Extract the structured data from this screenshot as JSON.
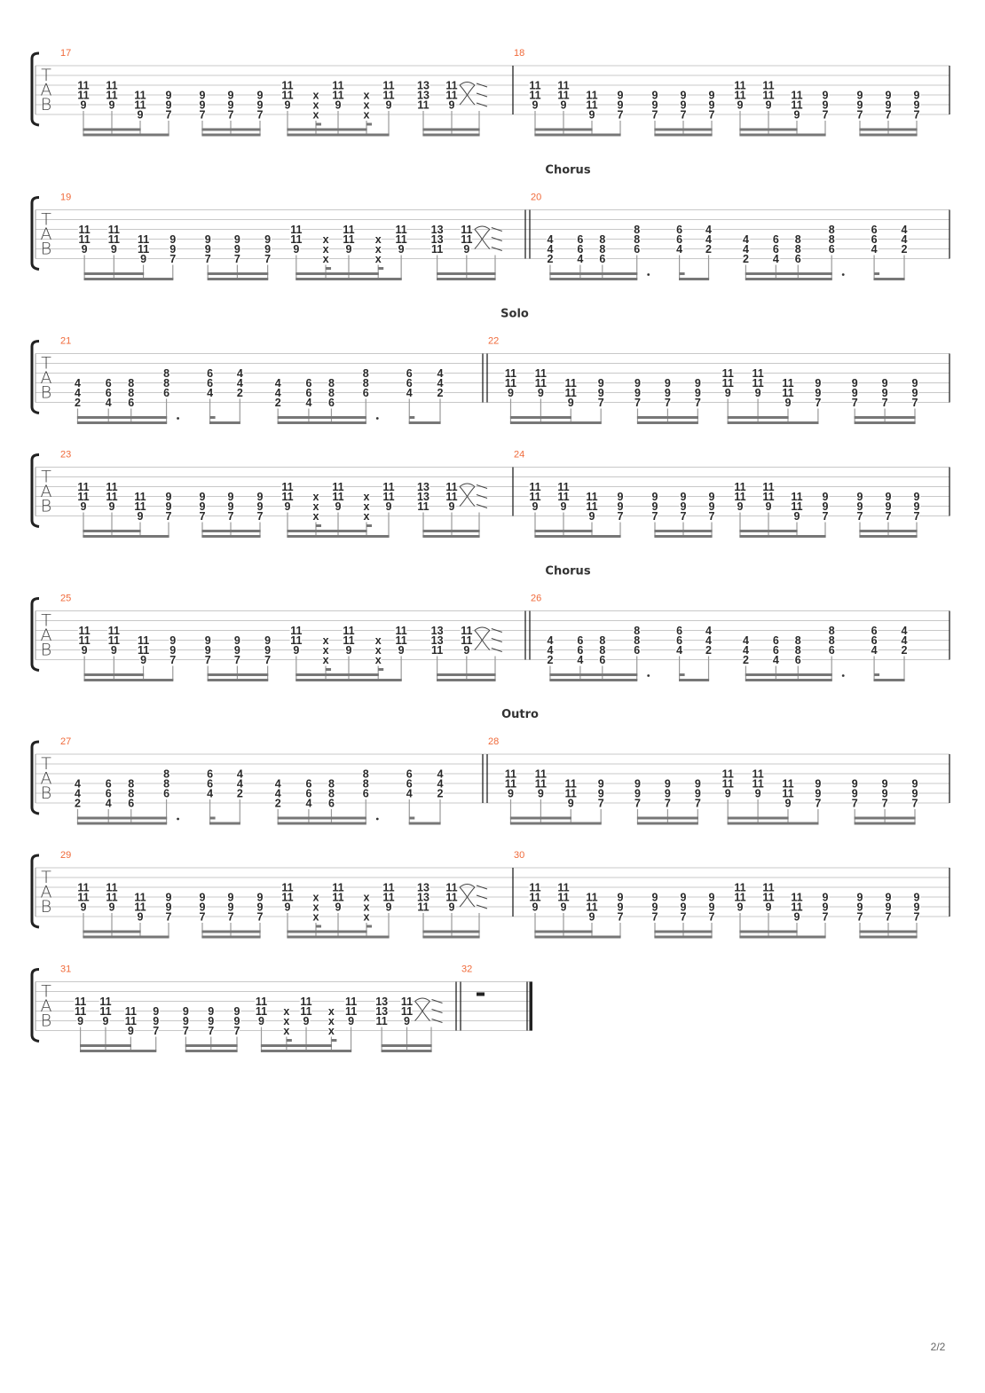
{
  "page_number": "2/2",
  "tab_clef": [
    "T",
    "A",
    "B"
  ],
  "colors": {
    "measure_number": "#f06a3a",
    "text": "#2a2a2a",
    "staff": "#c8c8c8"
  },
  "patterns": {
    "riff_a": {
      "columns": [
        [
          "",
          "",
          "11",
          "11",
          "9",
          ""
        ],
        [
          "",
          "",
          "11",
          "11",
          "9",
          ""
        ],
        [
          "",
          "",
          "",
          "11",
          "11",
          "9"
        ],
        [
          "",
          "",
          "",
          "9",
          "9",
          "7"
        ],
        [
          "",
          "",
          "",
          "9",
          "9",
          "7"
        ],
        [
          "",
          "",
          "",
          "9",
          "9",
          "7"
        ],
        [
          "",
          "",
          "",
          "9",
          "9",
          "7"
        ],
        [
          "",
          "",
          "11",
          "11",
          "9",
          ""
        ],
        [
          "",
          "",
          "",
          "x",
          "x",
          "x"
        ],
        [
          "",
          "",
          "11",
          "11",
          "9",
          ""
        ],
        [
          "",
          "",
          "",
          "x",
          "x",
          "x"
        ],
        [
          "",
          "",
          "11",
          "11",
          "9",
          ""
        ],
        [
          "",
          "",
          "13",
          "13",
          "11",
          ""
        ],
        [
          "",
          "",
          "11",
          "11",
          "9",
          ""
        ],
        [
          "",
          "",
          "",
          "",
          "",
          ""
        ]
      ],
      "slide_after_column": 13
    },
    "riff_b": {
      "columns": [
        [
          "",
          "",
          "11",
          "11",
          "9",
          ""
        ],
        [
          "",
          "",
          "11",
          "11",
          "9",
          ""
        ],
        [
          "",
          "",
          "",
          "11",
          "11",
          "9"
        ],
        [
          "",
          "",
          "",
          "9",
          "9",
          "7"
        ],
        [
          "",
          "",
          "",
          "9",
          "9",
          "7"
        ],
        [
          "",
          "",
          "",
          "9",
          "9",
          "7"
        ],
        [
          "",
          "",
          "",
          "9",
          "9",
          "7"
        ],
        [
          "",
          "",
          "11",
          "11",
          "9",
          ""
        ],
        [
          "",
          "",
          "11",
          "11",
          "9",
          ""
        ],
        [
          "",
          "",
          "",
          "11",
          "11",
          "9"
        ],
        [
          "",
          "",
          "",
          "9",
          "9",
          "7"
        ],
        [
          "",
          "",
          "",
          "9",
          "9",
          "7"
        ],
        [
          "",
          "",
          "",
          "9",
          "9",
          "7"
        ],
        [
          "",
          "",
          "",
          "9",
          "9",
          "7"
        ]
      ]
    },
    "chorus": {
      "columns": [
        [
          "",
          "",
          "",
          "4",
          "4",
          "2"
        ],
        [
          "",
          "",
          "",
          "6",
          "6",
          "4"
        ],
        [
          "",
          "",
          "",
          "8",
          "8",
          "6"
        ],
        [
          "",
          "",
          "8",
          "8",
          "6",
          ""
        ],
        [
          "",
          "",
          "6",
          "6",
          "4",
          ""
        ],
        [
          "",
          "",
          "4",
          "4",
          "2",
          ""
        ],
        [
          "",
          "",
          "",
          "4",
          "4",
          "2"
        ],
        [
          "",
          "",
          "",
          "6",
          "6",
          "4"
        ],
        [
          "",
          "",
          "",
          "8",
          "8",
          "6"
        ],
        [
          "",
          "",
          "8",
          "8",
          "6",
          ""
        ],
        [
          "",
          "",
          "6",
          "6",
          "4",
          ""
        ],
        [
          "",
          "",
          "4",
          "4",
          "2",
          ""
        ]
      ]
    },
    "rest": {
      "columns": []
    }
  },
  "systems": [
    {
      "section": "",
      "measures": [
        {
          "number": "17",
          "pattern": "riff_a",
          "start_barline": "single"
        },
        {
          "number": "18",
          "pattern": "riff_b",
          "start_barline": "single"
        }
      ]
    },
    {
      "section": "Chorus",
      "measures": [
        {
          "number": "19",
          "pattern": "riff_a",
          "start_barline": "single"
        },
        {
          "number": "20",
          "pattern": "chorus",
          "start_barline": "double"
        }
      ]
    },
    {
      "section": "Solo",
      "measures": [
        {
          "number": "21",
          "pattern": "chorus",
          "start_barline": "single"
        },
        {
          "number": "22",
          "pattern": "riff_b",
          "start_barline": "double"
        }
      ]
    },
    {
      "section": "",
      "measures": [
        {
          "number": "23",
          "pattern": "riff_a",
          "start_barline": "single"
        },
        {
          "number": "24",
          "pattern": "riff_b",
          "start_barline": "single"
        }
      ]
    },
    {
      "section": "Chorus",
      "measures": [
        {
          "number": "25",
          "pattern": "riff_a",
          "start_barline": "single"
        },
        {
          "number": "26",
          "pattern": "chorus",
          "start_barline": "double"
        }
      ]
    },
    {
      "section": "Outro",
      "measures": [
        {
          "number": "27",
          "pattern": "chorus",
          "start_barline": "single"
        },
        {
          "number": "28",
          "pattern": "riff_b",
          "start_barline": "double"
        }
      ]
    },
    {
      "section": "",
      "measures": [
        {
          "number": "29",
          "pattern": "riff_a",
          "start_barline": "single"
        },
        {
          "number": "30",
          "pattern": "riff_b",
          "start_barline": "single"
        }
      ]
    },
    {
      "section": "",
      "measures": [
        {
          "number": "31",
          "pattern": "riff_a",
          "start_barline": "single"
        },
        {
          "number": "32",
          "pattern": "rest",
          "start_barline": "double",
          "end_barline": "final"
        }
      ]
    }
  ]
}
